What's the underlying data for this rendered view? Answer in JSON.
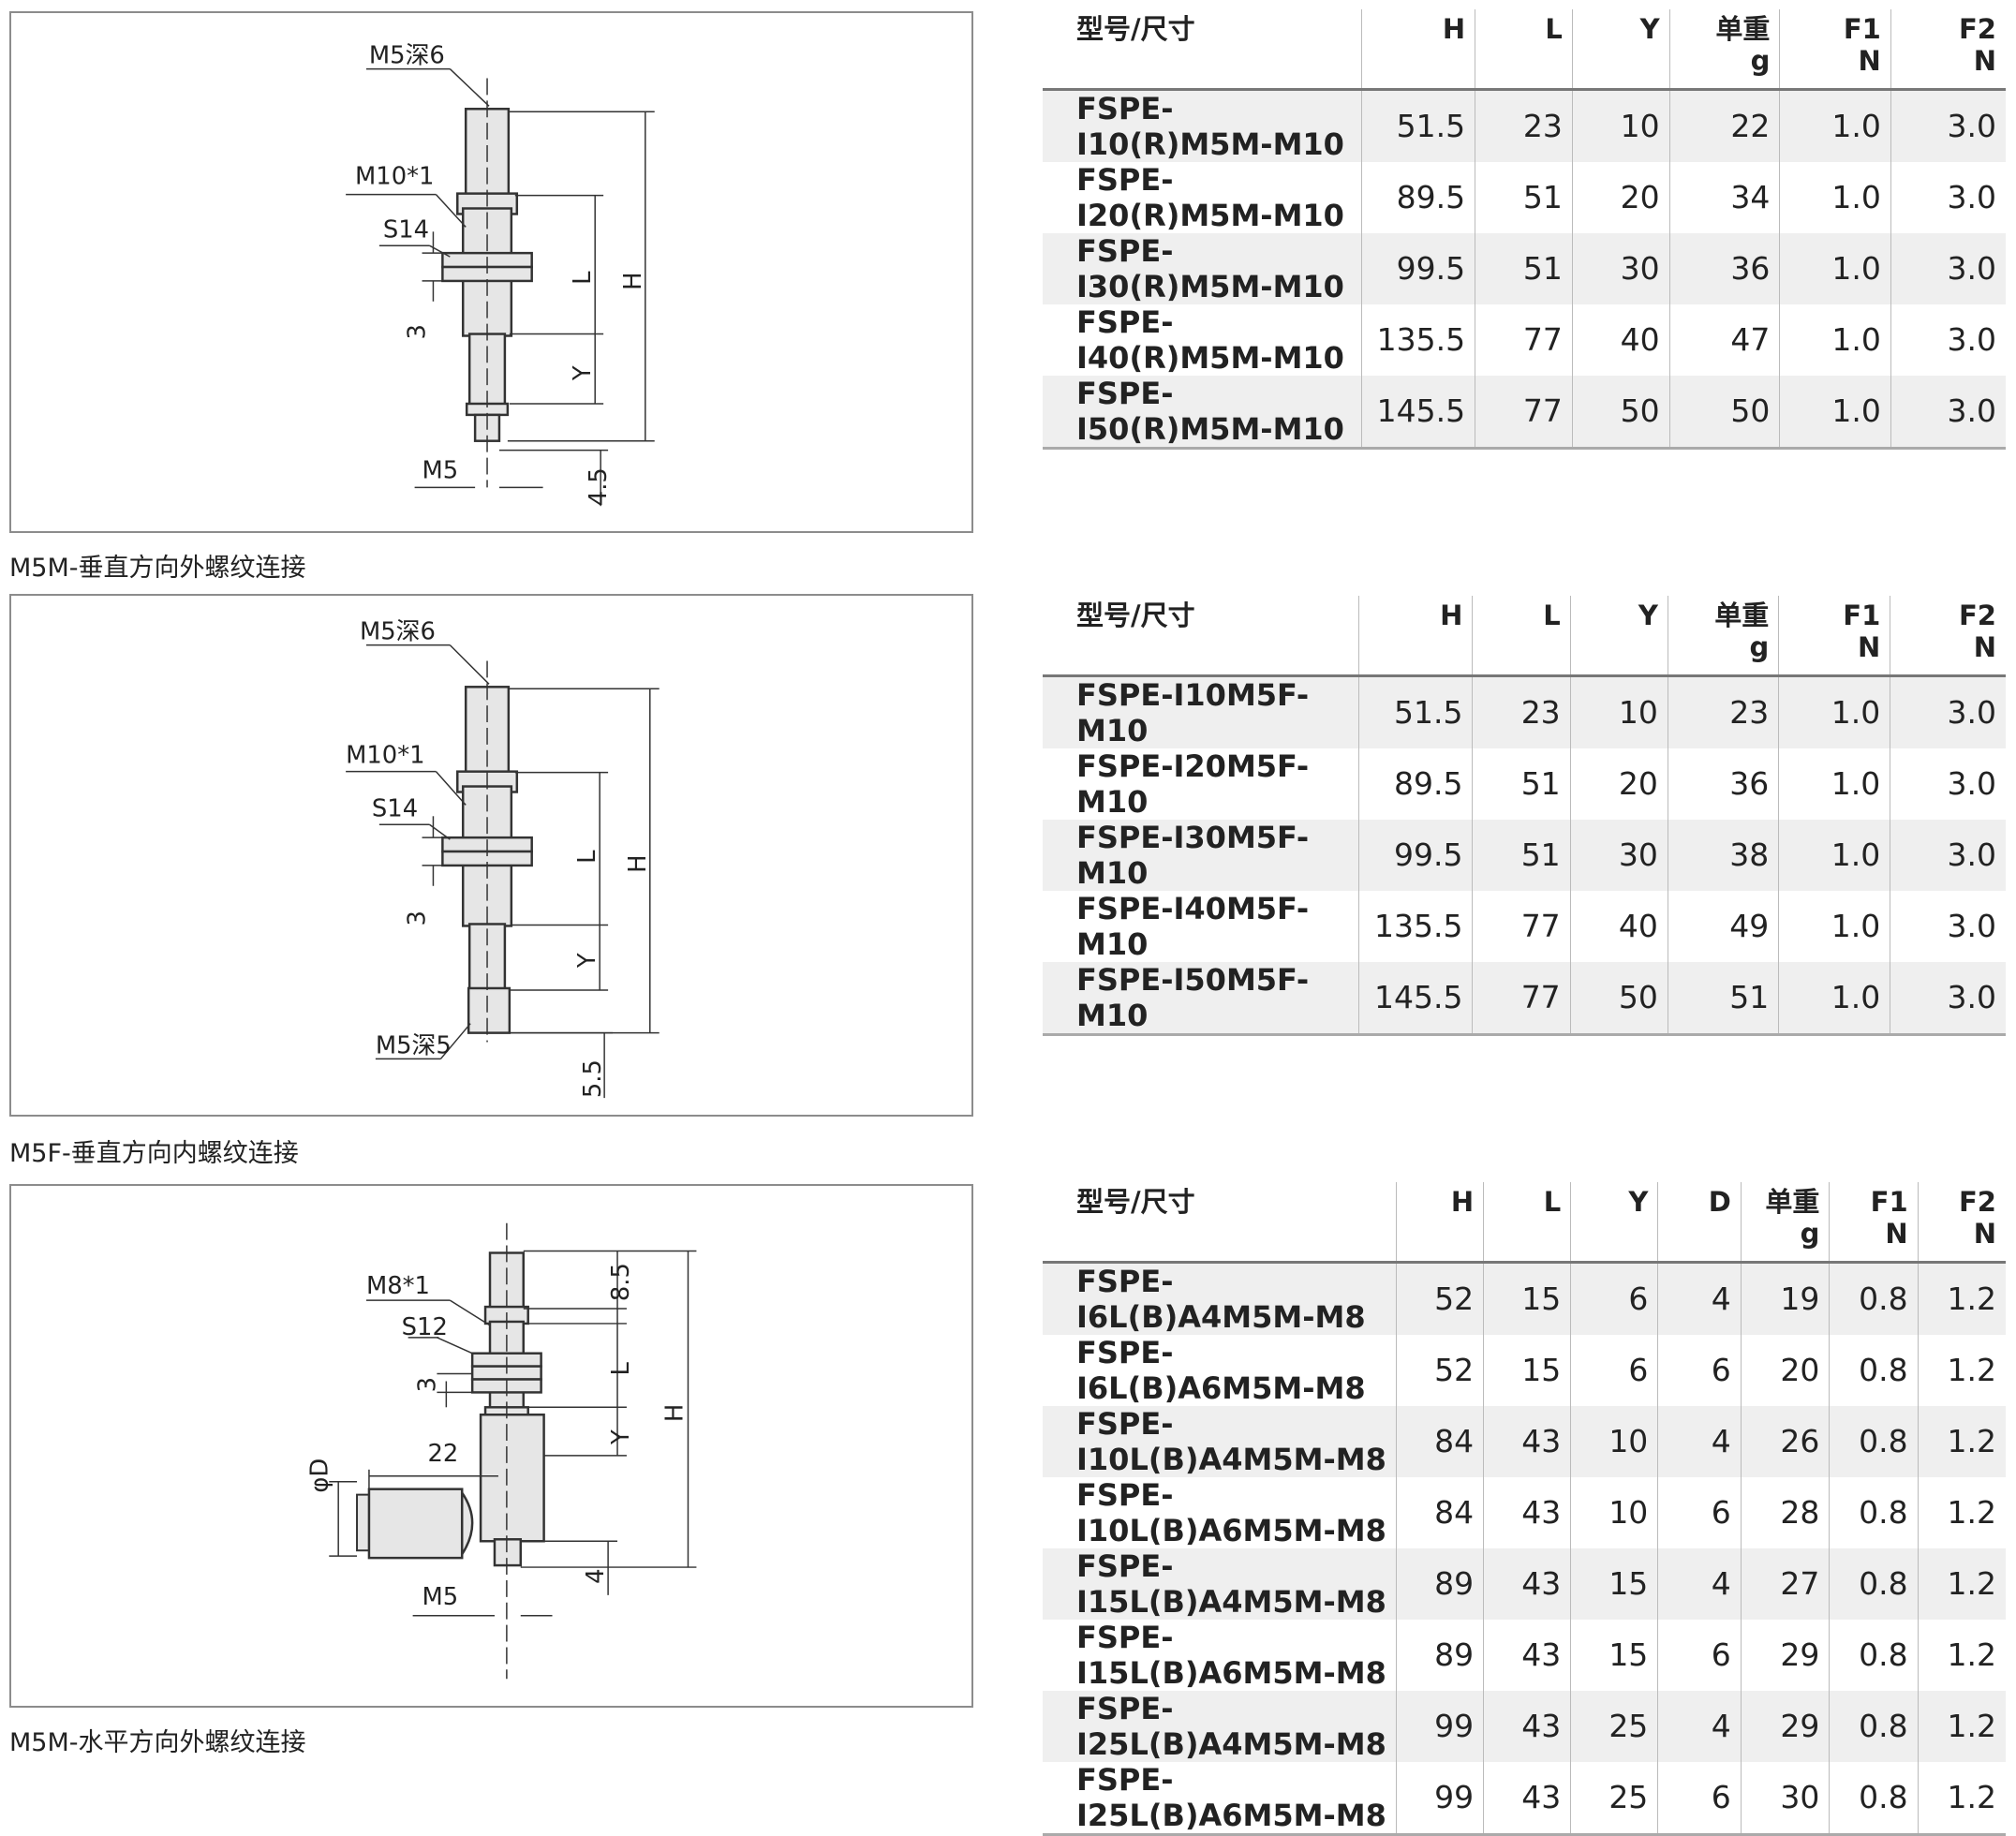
{
  "sections": [
    {
      "caption": "M5M-垂直方向外螺纹连接",
      "labels": {
        "top": "M5深6",
        "thread": "M10*1",
        "nut": "S14",
        "three": "3",
        "bottom": "M5",
        "bottom_dim": "4.5",
        "L": "L",
        "H": "H",
        "Y": "Y"
      },
      "table": {
        "headers": [
          "型号/尺寸",
          "H",
          "L",
          "Y",
          "单重",
          "F1",
          "F2"
        ],
        "units": [
          "",
          "",
          "",
          "",
          "g",
          "N",
          "N"
        ],
        "rows": [
          [
            "FSPE-I10(R)M5M-M10",
            "51.5",
            "23",
            "10",
            "22",
            "1.0",
            "3.0"
          ],
          [
            "FSPE-I20(R)M5M-M10",
            "89.5",
            "51",
            "20",
            "34",
            "1.0",
            "3.0"
          ],
          [
            "FSPE-I30(R)M5M-M10",
            "99.5",
            "51",
            "30",
            "36",
            "1.0",
            "3.0"
          ],
          [
            "FSPE-I40(R)M5M-M10",
            "135.5",
            "77",
            "40",
            "47",
            "1.0",
            "3.0"
          ],
          [
            "FSPE-I50(R)M5M-M10",
            "145.5",
            "77",
            "50",
            "50",
            "1.0",
            "3.0"
          ]
        ]
      }
    },
    {
      "caption": "M5F-垂直方向内螺纹连接",
      "labels": {
        "top": "M5深6",
        "thread": "M10*1",
        "nut": "S14",
        "three": "3",
        "bottom": "M5深5",
        "bottom_dim": "5.5",
        "L": "L",
        "H": "H",
        "Y": "Y"
      },
      "table": {
        "headers": [
          "型号/尺寸",
          "H",
          "L",
          "Y",
          "单重",
          "F1",
          "F2"
        ],
        "units": [
          "",
          "",
          "",
          "",
          "g",
          "N",
          "N"
        ],
        "rows": [
          [
            "FSPE-I10M5F-M10",
            "51.5",
            "23",
            "10",
            "23",
            "1.0",
            "3.0"
          ],
          [
            "FSPE-I20M5F-M10",
            "89.5",
            "51",
            "20",
            "36",
            "1.0",
            "3.0"
          ],
          [
            "FSPE-I30M5F-M10",
            "99.5",
            "51",
            "30",
            "38",
            "1.0",
            "3.0"
          ],
          [
            "FSPE-I40M5F-M10",
            "135.5",
            "77",
            "40",
            "49",
            "1.0",
            "3.0"
          ],
          [
            "FSPE-I50M5F-M10",
            "145.5",
            "77",
            "50",
            "51",
            "1.0",
            "3.0"
          ]
        ]
      }
    },
    {
      "caption": "M5M-水平方向外螺纹连接",
      "labels": {
        "thread": "M8*1",
        "nut": "S12",
        "three": "3",
        "top_dim": "8.5",
        "phi": "φD",
        "width": "22",
        "bottom": "M5",
        "bottom_dim": "4",
        "L": "L",
        "H": "H",
        "Y": "Y"
      },
      "table": {
        "headers": [
          "型号/尺寸",
          "H",
          "L",
          "Y",
          "D",
          "单重",
          "F1",
          "F2"
        ],
        "units": [
          "",
          "",
          "",
          "",
          "",
          "g",
          "N",
          "N"
        ],
        "rows": [
          [
            "FSPE-I6L(B)A4M5M-M8",
            "52",
            "15",
            "6",
            "4",
            "19",
            "0.8",
            "1.2"
          ],
          [
            "FSPE-I6L(B)A6M5M-M8",
            "52",
            "15",
            "6",
            "6",
            "20",
            "0.8",
            "1.2"
          ],
          [
            "FSPE-I10L(B)A4M5M-M8",
            "84",
            "43",
            "10",
            "4",
            "26",
            "0.8",
            "1.2"
          ],
          [
            "FSPE-I10L(B)A6M5M-M8",
            "84",
            "43",
            "10",
            "6",
            "28",
            "0.8",
            "1.2"
          ],
          [
            "FSPE-I15L(B)A4M5M-M8",
            "89",
            "43",
            "15",
            "4",
            "27",
            "0.8",
            "1.2"
          ],
          [
            "FSPE-I15L(B)A6M5M-M8",
            "89",
            "43",
            "15",
            "6",
            "29",
            "0.8",
            "1.2"
          ],
          [
            "FSPE-I25L(B)A4M5M-M8",
            "99",
            "43",
            "25",
            "4",
            "29",
            "0.8",
            "1.2"
          ],
          [
            "FSPE-I25L(B)A6M5M-M8",
            "99",
            "43",
            "25",
            "6",
            "30",
            "0.8",
            "1.2"
          ]
        ]
      }
    }
  ]
}
